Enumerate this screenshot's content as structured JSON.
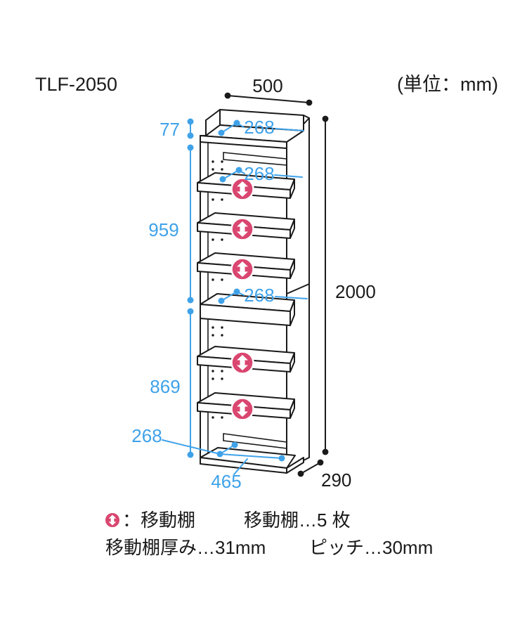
{
  "title": "TLF-2050",
  "unit_note": "(単位：mm)",
  "colors": {
    "line": "#1a1a1a",
    "dim_blue": "#3fa2e9",
    "marker_pink": "#d9466f",
    "background": "#ffffff"
  },
  "dimensions": {
    "overall_width": "500",
    "overall_height": "2000",
    "overall_depth": "290",
    "top_lip_height": "77",
    "upper_inner_height": "959",
    "lower_inner_height": "869",
    "shelf_depth_top": "268",
    "shelf_depth_upper": "268",
    "shelf_depth_middle": "268",
    "shelf_depth_bottom": "268",
    "bottom_inner_width": "465"
  },
  "legend": {
    "marker_label": "：移動棚",
    "shelf_count": "移動棚…5 枚",
    "thickness": "移動棚厚み…31mm",
    "pitch": "ピッチ…30mm"
  }
}
